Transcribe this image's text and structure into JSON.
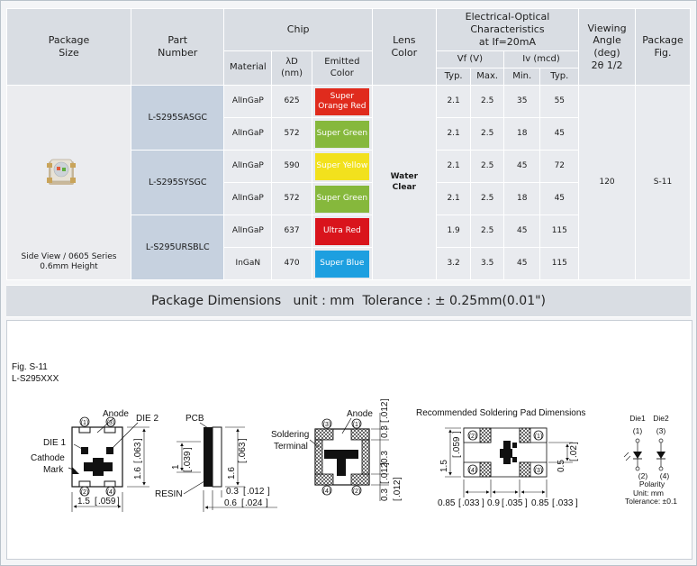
{
  "table": {
    "headers": {
      "package_size": [
        "Package",
        "Size"
      ],
      "part_number": [
        "Part",
        "Number"
      ],
      "chip": "Chip",
      "material": "Material",
      "wavelength": [
        "λD",
        "(nm)"
      ],
      "emitted_color": [
        "Emitted",
        "Color"
      ],
      "lens_color": [
        "Lens",
        "Color"
      ],
      "electrical": [
        "Electrical-Optical",
        "Characteristics",
        "at If=20mA"
      ],
      "vf": "Vf (V)",
      "iv": "Iv (mcd)",
      "typ": "Typ.",
      "max": "Max.",
      "min": "Min.",
      "viewing_angle": [
        "Viewing",
        "Angle",
        "(deg)",
        "2θ 1/2"
      ],
      "package_fig": [
        "Package",
        "Fig."
      ]
    },
    "package": {
      "caption": [
        "Side View / 0605 Series",
        "0.6mm Height"
      ]
    },
    "parts": [
      {
        "part": "L-S295SASGC",
        "chips": [
          {
            "material": "AlInGaP",
            "wavelength": "625",
            "color": [
              "Super",
              "Orange Red"
            ],
            "swatch": "#e02b1d",
            "vf_typ": "2.1",
            "vf_max": "2.5",
            "iv_min": "35",
            "iv_typ": "55"
          },
          {
            "material": "AlInGaP",
            "wavelength": "572",
            "color": [
              "Super Green"
            ],
            "swatch": "#86b83c",
            "vf_typ": "2.1",
            "vf_max": "2.5",
            "iv_min": "18",
            "iv_typ": "45"
          }
        ]
      },
      {
        "part": "L-S295SYSGC",
        "chips": [
          {
            "material": "AlInGaP",
            "wavelength": "590",
            "color": [
              "Super Yellow"
            ],
            "swatch": "#f2e11d",
            "vf_typ": "2.1",
            "vf_max": "2.5",
            "iv_min": "45",
            "iv_typ": "72"
          },
          {
            "material": "AlInGaP",
            "wavelength": "572",
            "color": [
              "Super Green"
            ],
            "swatch": "#86b83c",
            "vf_typ": "2.1",
            "vf_max": "2.5",
            "iv_min": "18",
            "iv_typ": "45"
          }
        ]
      },
      {
        "part": "L-S295URSBLC",
        "chips": [
          {
            "material": "AlInGaP",
            "wavelength": "637",
            "color": [
              "Ultra Red"
            ],
            "swatch": "#d9141c",
            "vf_typ": "1.9",
            "vf_max": "2.5",
            "iv_min": "45",
            "iv_typ": "115"
          },
          {
            "material": "InGaN",
            "wavelength": "470",
            "color": [
              "Super Blue"
            ],
            "swatch": "#1d9fe0",
            "vf_typ": "3.2",
            "vf_max": "3.5",
            "iv_min": "45",
            "iv_typ": "115"
          }
        ]
      }
    ],
    "lens_color": [
      "Water",
      "Clear"
    ],
    "viewing_angle": "120",
    "package_fig": "S-11"
  },
  "dimensions_title": {
    "main": "Package Dimensions",
    "unit": "unit : mm  Tolerance : ± 0.25mm(0.01\")"
  },
  "drawing": {
    "fig_label": "Fig. S-11",
    "part_label": "L-S295XXX",
    "top_view": {
      "anode": "Anode",
      "die2": "DIE 2",
      "die1": "DIE 1",
      "cathode": [
        "Cathode",
        "Mark"
      ],
      "pin1": "(1)",
      "pin2": "(2)",
      "pin3": "(3)",
      "pin4": "(4)",
      "width": "1.5",
      "width_in": ".059",
      "height": "1.6",
      "height_in": ".063"
    },
    "side_view": {
      "pcb": "PCB",
      "resin": "RESIN",
      "h1": "1",
      "h1_in": ".039",
      "h2": "1.6",
      "h2_in": ".063",
      "t": "0.3",
      "t_in": ".012",
      "w": "0.6",
      "w_in": ".024"
    },
    "bottom_view": {
      "anode": "Anode",
      "soldering": [
        "Soldering",
        "Terminal"
      ],
      "pin1": "(1)",
      "pin2": "(2)",
      "pin3": "(3)",
      "pin4": "(4)",
      "d_top": "0.3",
      "d_top_in": ".012",
      "d_mid": "0.3",
      "d_mid_in": ".012",
      "d_bot": "0.3",
      "d_bot_in": ".012"
    },
    "pad": {
      "title": "Recommended Soldering Pad Dimensions",
      "pin1": "(1)",
      "pin2": "(2)",
      "pin3": "(3)",
      "pin4": "(4)",
      "h": "1.5",
      "h_in": ".059",
      "gap": "0.5",
      "gap_in": ".02",
      "w1": "0.85",
      "w1_in": ".033",
      "w2": "0.9",
      "w2_in": ".035",
      "w3": "0.85",
      "w3_in": ".033"
    },
    "circuit": {
      "die1": "Die1",
      "die2": "Die2",
      "pin1": "(1)",
      "pin3": "(3)",
      "pin2": "(2)",
      "pin4": "(4)",
      "polarity": "Polarity",
      "unit": "Unit: mm",
      "tolerance": "Tolerance: ±0.1"
    }
  }
}
